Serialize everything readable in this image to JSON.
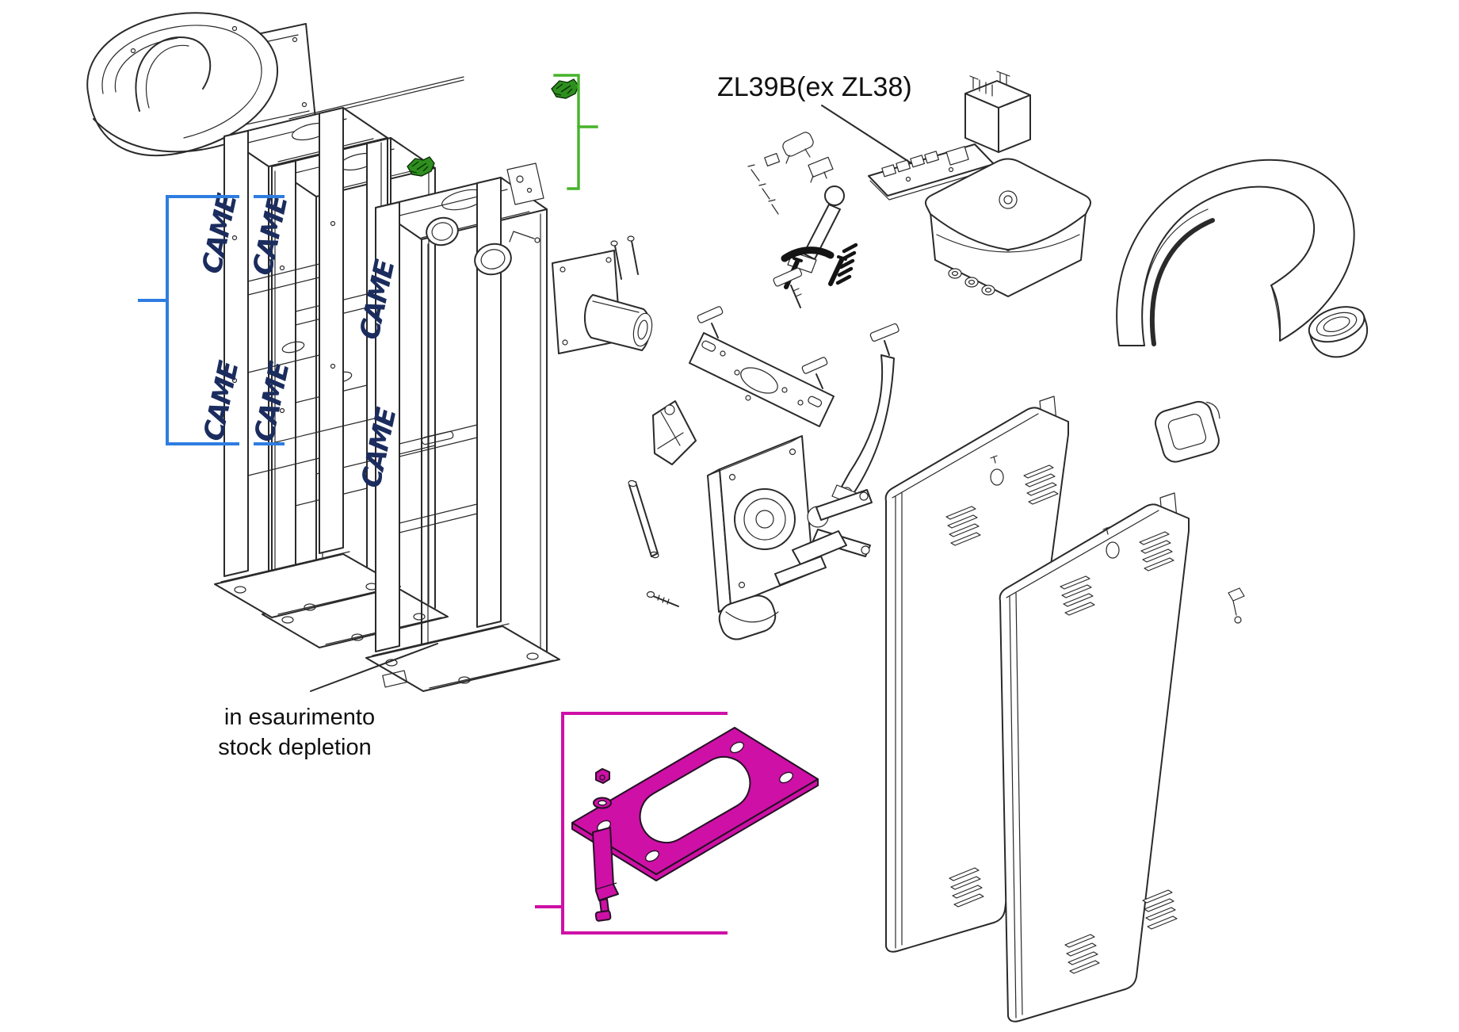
{
  "diagram": {
    "board_label": "ZL39B(ex ZL38)",
    "stock_note": {
      "line1": "in esaurimento",
      "line2": "stock depletion"
    },
    "brand": "CAME"
  },
  "colors": {
    "background": "#ffffff",
    "line": "#2a2a2a",
    "text": "#101010",
    "blue_bracket": "#2e7de0",
    "green_accent": "#46b42a",
    "green_part": "#2e8f1e",
    "magenta_accent": "#ce10a6",
    "logo_navy": "#1b2c5e"
  }
}
